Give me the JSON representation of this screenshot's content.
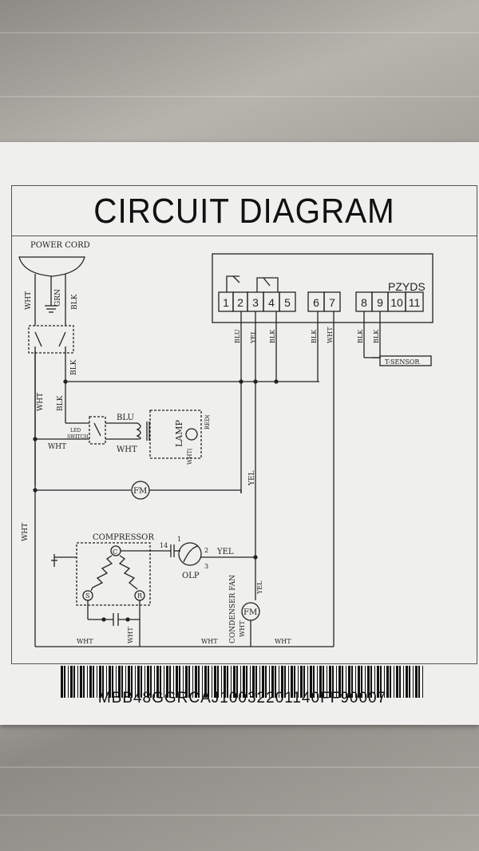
{
  "title": "CIRCUIT DIAGRAM",
  "labels": {
    "power_cord": "POWER CORD",
    "controller": "PZYDS",
    "compressor": "COMPRESSOR",
    "lamp": "LAMP",
    "led_switch_1": "LED",
    "led_switch_2": "SWITCH",
    "olp": "OLP",
    "condenser_fan": "CONDENSER FAN",
    "fm": "FM",
    "t_sensor": "T-SENSOR",
    "red": "RED(",
    "wht_lamp": "WHT(",
    "c": "C",
    "s": "S",
    "r": "R",
    "olp_1": "1",
    "olp_2": "2",
    "olp_3": "3",
    "n14": "14"
  },
  "terminals": [
    "1",
    "2",
    "3",
    "4",
    "5",
    "6",
    "7",
    "8",
    "9",
    "10",
    "11"
  ],
  "wires": {
    "wht": "WHT",
    "blk": "BLK",
    "grn": "GRN",
    "blu": "BLU",
    "yel": "YEL"
  },
  "serial": "MBB48GGRCAJ10032201140FF90007",
  "colors": {
    "label_bg": "#efefed",
    "ink": "#222222"
  }
}
